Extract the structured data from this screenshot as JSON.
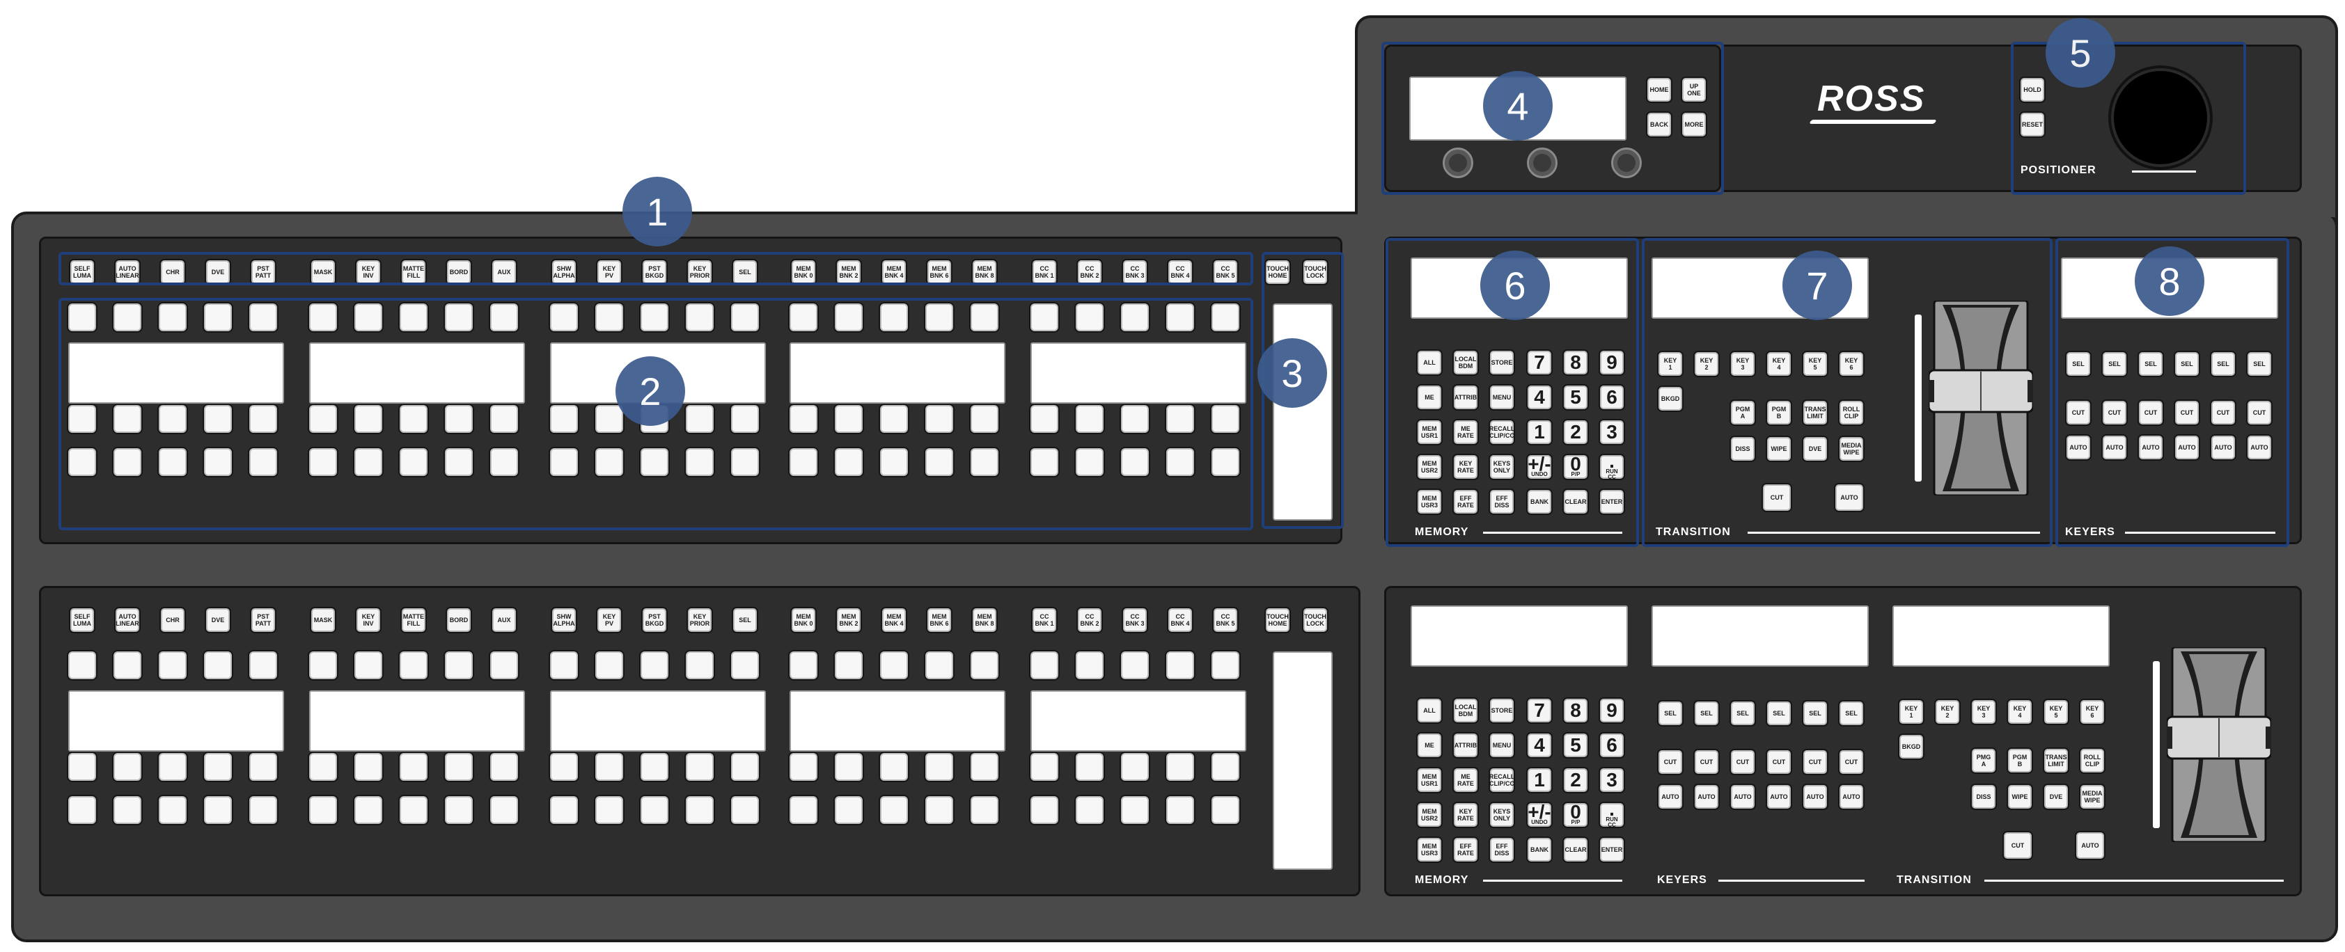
{
  "callouts": [
    "1",
    "2",
    "3",
    "4",
    "5",
    "6",
    "7",
    "8"
  ],
  "brand": {
    "logo": "ROSS"
  },
  "row_labels": [
    "SELF\nLUMA",
    "AUTO\nLINEAR",
    "CHR",
    "DVE",
    "PST\nPATT",
    "MASK",
    "KEY\nINV",
    "MATTE\nFILL",
    "BORD",
    "AUX",
    "SHW\nALPHA",
    "KEY\nPV",
    "PST\nBKGD",
    "KEY\nPRIOR",
    "SEL",
    "MEM\nBNK 0",
    "MEM\nBNK 2",
    "MEM\nBNK 4",
    "MEM\nBNK 6",
    "MEM\nBNK 8",
    "CC\nBNK 1",
    "CC\nBNK 2",
    "CC\nBNK 3",
    "CC\nBNK 4",
    "CC\nBNK 5"
  ],
  "touch_labels": [
    "TOUCH\nHOME",
    "TOUCH\nLOCK"
  ],
  "menu_buttons": [
    "HOME",
    "UP\nONE",
    "BACK",
    "MORE"
  ],
  "positioner": {
    "buttons": [
      "HOLD",
      "RESET"
    ],
    "label": "POSITIONER"
  },
  "memory": {
    "title": "MEMORY",
    "rows": [
      [
        "ALL",
        "LOCAL\nBDM",
        "STORE",
        "7",
        "8",
        "9"
      ],
      [
        "ME",
        "ATTRIB",
        "MENU",
        "4",
        "5",
        "6"
      ],
      [
        "MEM\nUSR1",
        "ME\nRATE",
        "RECALL\nCLIP/CC",
        "1",
        "2",
        "3"
      ],
      [
        "MEM\nUSR2",
        "KEY\nRATE",
        "KEYS\nONLY",
        "+/-",
        "0",
        "."
      ],
      [
        "MEM\nUSR3",
        "EFF\nRATE",
        "EFF\nDISS",
        "BANK",
        "CLEAR",
        "ENTER"
      ]
    ],
    "subs": {
      "+/-": "UNDO",
      "0": "P/P",
      ".": "RUN CC"
    }
  },
  "transition": {
    "title": "TRANSITION",
    "keys": [
      "KEY\n1",
      "KEY\n2",
      "KEY\n3",
      "KEY\n4",
      "KEY\n5",
      "KEY\n6"
    ],
    "bkgd": "BKGD",
    "mid_top": [
      "PGM\nA",
      "PGM\nB",
      "TRANS\nLIMIT",
      "ROLL\nCLIP"
    ],
    "mid_top_lower": [
      "PMG\nA",
      "PGM\nB",
      "TRANS\nLIMIT",
      "ROLL\nCLIP"
    ],
    "mid_bottom": [
      "DISS",
      "WIPE",
      "DVE",
      "MEDIA\nWIPE"
    ],
    "cut": "CUT",
    "auto": "AUTO"
  },
  "keyers": {
    "title": "KEYERS",
    "sel": "SEL",
    "cut": "CUT",
    "auto": "AUTO"
  }
}
